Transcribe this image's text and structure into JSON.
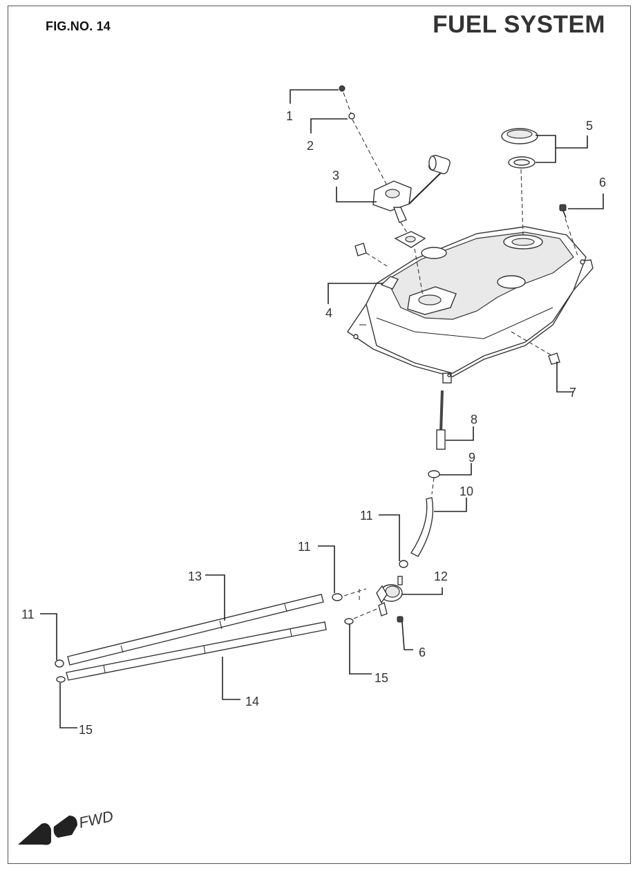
{
  "header": {
    "fig_no": "FIG.NO. 14",
    "title": "FUEL SYSTEM"
  },
  "callouts": [
    {
      "id": "c1",
      "label": "1"
    },
    {
      "id": "c2",
      "label": "2"
    },
    {
      "id": "c3",
      "label": "3"
    },
    {
      "id": "c4",
      "label": "4"
    },
    {
      "id": "c5",
      "label": "5"
    },
    {
      "id": "c6a",
      "label": "6"
    },
    {
      "id": "c7",
      "label": "7"
    },
    {
      "id": "c8",
      "label": "8"
    },
    {
      "id": "c9",
      "label": "9"
    },
    {
      "id": "c10",
      "label": "10"
    },
    {
      "id": "c11a",
      "label": "11"
    },
    {
      "id": "c11b",
      "label": "11"
    },
    {
      "id": "c12",
      "label": "12"
    },
    {
      "id": "c13",
      "label": "13"
    },
    {
      "id": "c11c",
      "label": "11"
    },
    {
      "id": "c6b",
      "label": "6"
    },
    {
      "id": "c15a",
      "label": "15"
    },
    {
      "id": "c14",
      "label": "14"
    },
    {
      "id": "c15b",
      "label": "15"
    }
  ],
  "direction": {
    "label": "FWD",
    "icon": "forward-arrow-icon"
  }
}
